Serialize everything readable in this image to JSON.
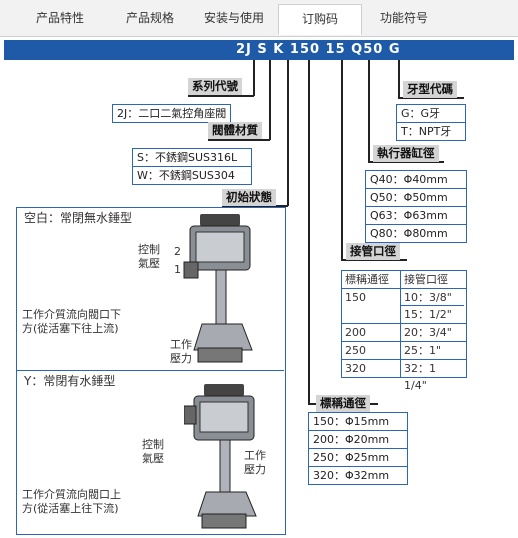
{
  "tabs": [
    {
      "label": "产品特性"
    },
    {
      "label": "产品规格"
    },
    {
      "label": "安装与使用"
    },
    {
      "label": "订购码"
    },
    {
      "label": "功能符号"
    }
  ],
  "model_code": "2J S K 150 15 Q50 G",
  "series": {
    "title": "系列代號",
    "options": [
      "2J：二口二氣控角座閥"
    ]
  },
  "body_material": {
    "title": "閥體材質",
    "options": [
      "S：不銹鋼SUS316L",
      "W：不銹鋼SUS304"
    ]
  },
  "initial_state": {
    "title": "初始狀態",
    "panel1": {
      "heading": "空白：常閉無水錘型",
      "control_label": "控制\n氣壓",
      "port_top": "2",
      "port_bottom": "1",
      "flow_text": "工作介質流向閥口下\n方(從活塞下往上流)",
      "work_label": "工作\n壓力"
    },
    "panel2": {
      "heading": "Y：常閉有水錘型",
      "control_label": "控制\n氣壓",
      "work_label": "工作\n壓力",
      "flow_text": "工作介質流向閥口上\n方(從活塞上往下流)"
    }
  },
  "thread_code": {
    "title": "牙型代碼",
    "options": [
      "G：G牙",
      "T：NPT牙"
    ]
  },
  "actuator_bore": {
    "title": "執行器缸徑",
    "options": [
      "Q40：Φ40mm",
      "Q50：Φ50mm",
      "Q63：Φ63mm",
      "Q80：Φ80mm"
    ]
  },
  "pipe_size": {
    "title": "接管口徑",
    "headers": [
      "標稱通徑",
      "接管口徑"
    ],
    "rows": [
      {
        "nominal": "150",
        "size": "10：3/8\""
      },
      {
        "nominal": "",
        "size": "15：1/2\""
      },
      {
        "nominal": "200",
        "size": "20：3/4\""
      },
      {
        "nominal": "250",
        "size": "25：1\""
      },
      {
        "nominal": "320",
        "size": "32：1 1/4\""
      }
    ]
  },
  "nominal_diameter": {
    "title": "標稱通徑",
    "options": [
      "150：Φ15mm",
      "200：Φ20mm",
      "250：Φ25mm",
      "320：Φ32mm"
    ]
  },
  "colors": {
    "accent": "#1e5aa8",
    "table_border": "#2c66b8",
    "label_bg": "#d4d4d4"
  }
}
